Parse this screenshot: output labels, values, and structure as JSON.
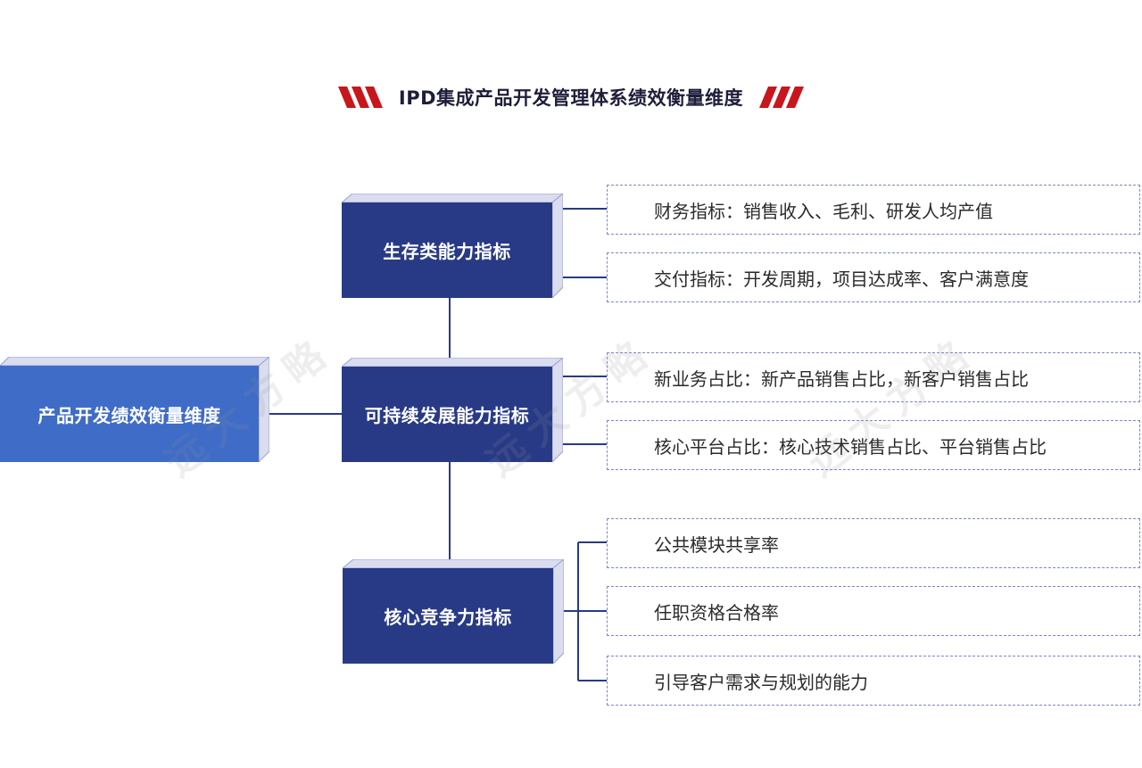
{
  "title": "IPD集成产品开发管理体系绩效衡量维度",
  "root": "产品开发绩效衡量维度",
  "categories": [
    {
      "label": "生存类能力指标",
      "items": [
        "财务指标：销售收入、毛利、研发人均产值",
        "交付指标：开发周期，项目达成率、客户满意度"
      ]
    },
    {
      "label": "可持续发展能力指标",
      "items": [
        "新业务占比：新产品销售占比，新客户销售占比",
        "核心平台占比：核心技术销售占比、平台销售占比"
      ]
    },
    {
      "label": "核心竞争力指标",
      "items": [
        "公共模块共享率",
        "任职资格合格率",
        "引导客户需求与规划的能力"
      ]
    }
  ],
  "watermark": "远大方略",
  "colors": {
    "title_stripes": "#c8161d",
    "root_face": "#3f6cc7",
    "category_face": "#283a86",
    "box_side": "#dadcef",
    "connector": "#283a86",
    "leaf_border": "#7b87cc"
  }
}
